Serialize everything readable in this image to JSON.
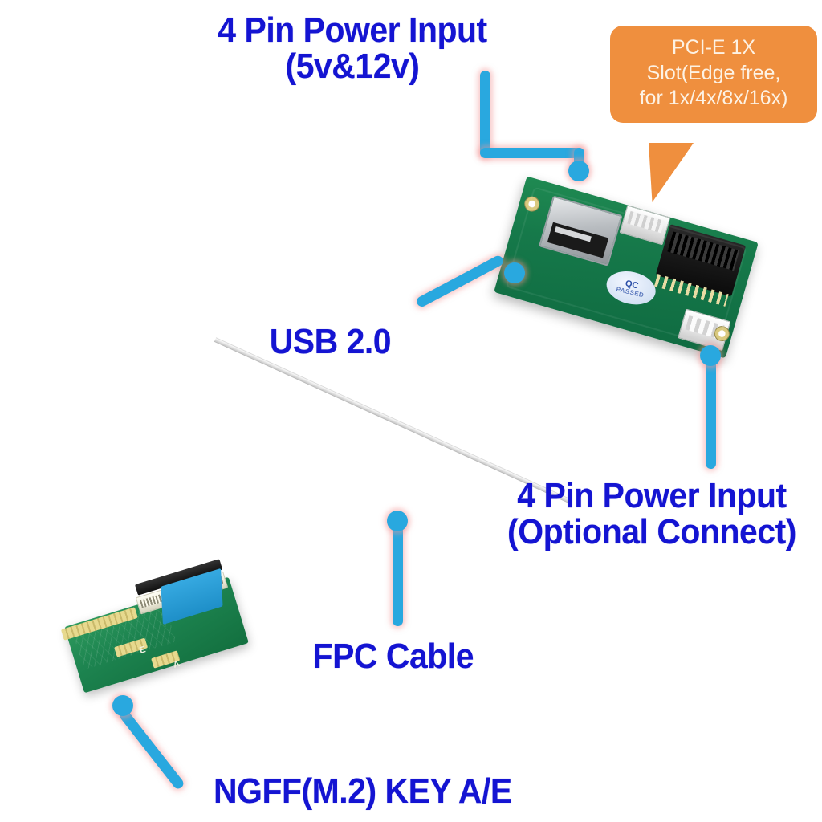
{
  "diagram": {
    "background_color": "#ffffff",
    "label_color": "#1414d2",
    "pointer_color": "#29a8df",
    "bubble_color": "#ef8f3e",
    "bubble_text_color": "#fdf2e4"
  },
  "labels": {
    "power_top": {
      "line1": "4 Pin Power Input",
      "line2": "(5v&12v)"
    },
    "usb": {
      "line1": "USB 2.0"
    },
    "power_optional": {
      "line1": "4 Pin Power Input",
      "line2": "(Optional Connect)"
    },
    "fpc": {
      "line1": "FPC Cable"
    },
    "ngff": {
      "line1": "NGFF(M.2) KEY A/E"
    }
  },
  "bubble": {
    "line1": "PCI-E 1X",
    "line2": "Slot(Edge free,",
    "line3": "for 1x/4x/8x/16x)"
  },
  "board": {
    "qc_sticker": {
      "line1": "QC",
      "line2": "PASSED"
    }
  },
  "m2_card": {
    "key_e": "E",
    "key_a": "A"
  }
}
